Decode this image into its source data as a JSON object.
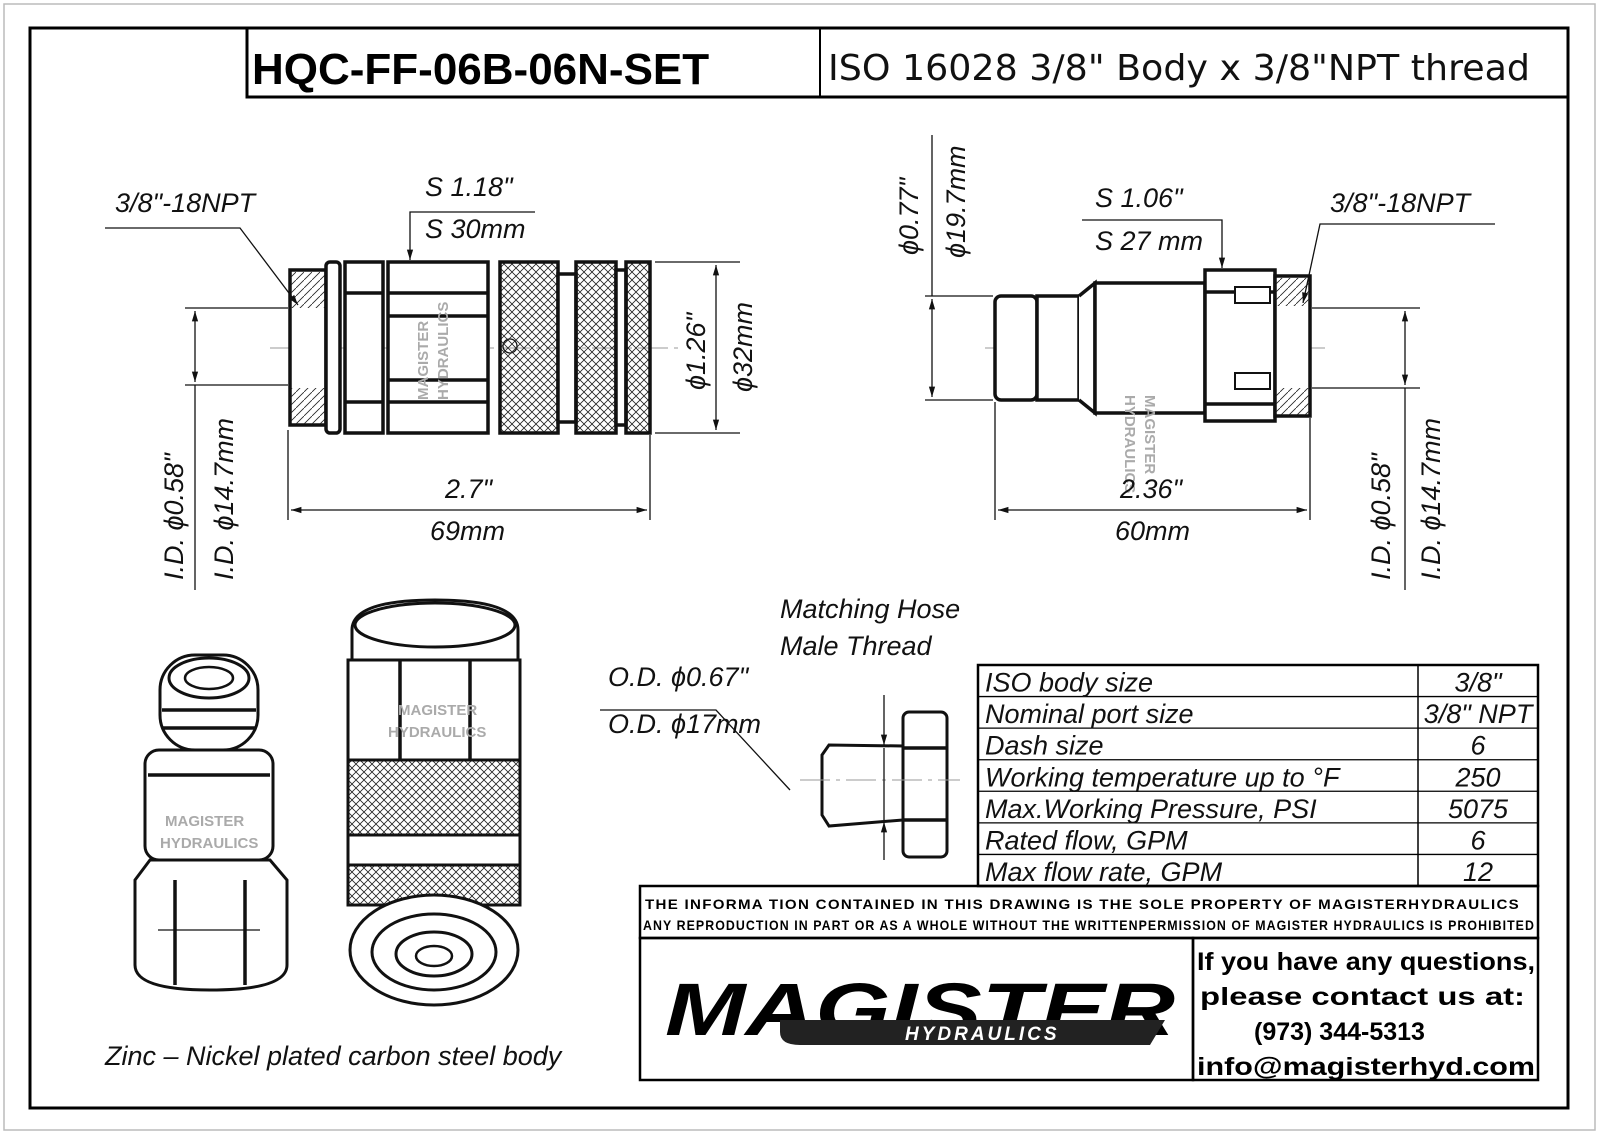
{
  "title_block": {
    "part_number": "HQC-FF-06B-06N-SET",
    "description": "ISO 16028  3/8\" Body x 3/8\"NPT thread"
  },
  "female_view": {
    "thread": "3/8\"-18NPT",
    "hex_in": "S 1.18\"",
    "hex_mm": "S 30mm",
    "od_in": "ϕ1.26\"",
    "od_mm": "ϕ32mm",
    "id_in": "I.D. ϕ0.58\"",
    "id_mm": "I.D. ϕ14.7mm",
    "length_in": "2.7\"",
    "length_mm": "69mm"
  },
  "male_view": {
    "thread": "3/8\"-18NPT",
    "hex_in": "S 1.06\"",
    "hex_mm": "S 27 mm",
    "od_in": "ϕ0.77\"",
    "od_mm": "ϕ19.7mm",
    "id_in": "I.D. ϕ0.58\"",
    "id_mm": "I.D. ϕ14.7mm",
    "length_in": "2.36\"",
    "length_mm": "60mm"
  },
  "watermark": [
    "MAGISTER",
    "HYDRAULICS"
  ],
  "hose_thread": {
    "title_line1": "Matching Hose",
    "title_line2": "Male Thread",
    "od_in": "O.D. ϕ0.67\"",
    "od_mm": "O.D. ϕ17mm"
  },
  "specs": [
    {
      "label": "ISO body size",
      "value": "3/8\""
    },
    {
      "label": "Nominal port size",
      "value": "3/8\" NPT"
    },
    {
      "label": "Dash size",
      "value": "6"
    },
    {
      "label": "Working temperature up to °F",
      "value": "250"
    },
    {
      "label": "Max.Working Pressure, PSI",
      "value": "5075"
    },
    {
      "label": "Rated flow,  GPM",
      "value": "6"
    },
    {
      "label": "Max flow rate, GPM",
      "value": "12"
    }
  ],
  "disclaimer": {
    "line1": "THE INFORMA TION CONTAINED IN THIS DRAWING IS THE SOLE PROPERTY OF MAGISTERHYDRAULICS",
    "line2": "ANY REPRODUCTION IN PART OR AS A WHOLE WITHOUT THE WRITTENPERMISSION OF MAGISTER HYDRAULICS IS PROHIBITED"
  },
  "logo": {
    "name": "MAGISTER",
    "sub": "HYDRAULICS"
  },
  "contact": {
    "line1": "If you have any questions,",
    "line2": "please contact us at:",
    "phone": "(973) 344-5313",
    "email": "info@magisterhyd.com"
  },
  "material_note": "Zinc – Nickel plated carbon steel body"
}
